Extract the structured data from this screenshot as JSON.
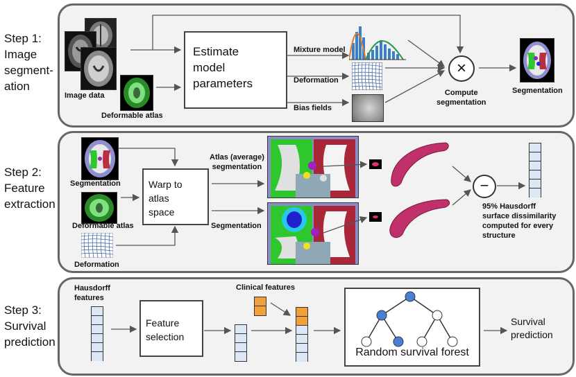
{
  "steps": {
    "step1": "Step 1:\nImage\nsegment-\nation",
    "step2": "Step 2:\nFeature\nextraction",
    "step3": "Step 3:\nSurvival\nprediction"
  },
  "panel1": {
    "image_data": "Image data",
    "deformable_atlas": "Deformable atlas",
    "estimate": "Estimate\nmodel\nparameters",
    "mixture_model": "Mixture model",
    "deformation": "Deformation",
    "bias_fields": "Bias fields",
    "compute": "Compute\nsegmentation",
    "segmentation": "Segmentation",
    "operator": "×"
  },
  "panel2": {
    "segmentation": "Segmentation",
    "deformable_atlas": "Deformable atlas",
    "deformation": "Deformation",
    "warp": "Warp to\natlas\nspace",
    "atlas_seg": "Atlas (average)\nsegmentation",
    "segmentation2": "Segmentation",
    "operator": "−",
    "hausdorff": "95% Hausdorff\nsurface dissimilarity\ncomputed for every\nstructure"
  },
  "panel3": {
    "hausdorff_features": "Hausdorff\nfeatures",
    "clinical_features": "Clinical features",
    "feature_selection": "Feature\nselection",
    "forest": "Random survival forest",
    "survival": "Survival\nprediction"
  },
  "colors": {
    "panel_bg": "#f2f2f2",
    "vector_blue": "#dbe7f5",
    "vector_orange": "#f2a13a",
    "node_blue": "#4a7fd6",
    "mesh": "#c0306a"
  }
}
